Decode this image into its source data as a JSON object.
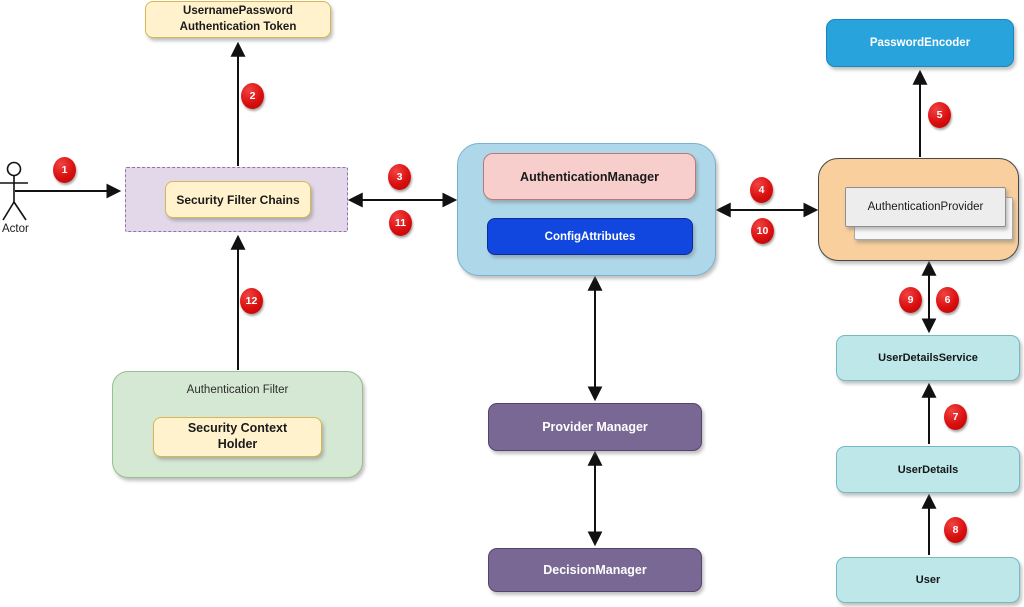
{
  "diagram": {
    "actor": {
      "label": "Actor"
    },
    "nodes": {
      "token": {
        "label": "UsernamePassword\nAuthentication Token"
      },
      "security_filter_chains": {
        "label": "Security Filter Chains"
      },
      "authentication_manager": {
        "label": "AuthenticationManager"
      },
      "config_attributes": {
        "label": "ConfigAttributes"
      },
      "password_encoder": {
        "label": "PasswordEncoder"
      },
      "authentication_provider": {
        "label": "AuthenticationProvider"
      },
      "user_details_service": {
        "label": "UserDetailsService"
      },
      "user_details": {
        "label": "UserDetails"
      },
      "user": {
        "label": "User"
      },
      "provider_manager": {
        "label": "Provider Manager"
      },
      "decision_manager": {
        "label": "DecisionManager"
      },
      "authentication_filter": {
        "label": "Authentication Filter"
      },
      "security_context_holder": {
        "label": "Security Context\nHolder"
      }
    },
    "badges": {
      "b1": "1",
      "b2": "2",
      "b3": "3",
      "b4": "4",
      "b5": "5",
      "b6": "6",
      "b7": "7",
      "b8": "8",
      "b9": "9",
      "b10": "10",
      "b11": "11",
      "b12": "12"
    },
    "colors": {
      "badge_red": "#da0f0f",
      "cream_fill": "#fff2cc",
      "cream_border": "#d6b656",
      "lavender_fill": "#e2d8e9",
      "lavender_border": "#9673a6",
      "blue_container_fill": "#aed8ea",
      "pink_fill": "#f8cecc",
      "config_blue": "#1247df",
      "password_encoder_blue": "#29a3dc",
      "orange_fill": "#f8cf9d",
      "cyan_fill": "#bee7ea",
      "purple_fill": "#796794",
      "green_fill": "#d5e8d4",
      "arrow_black": "#111111"
    }
  }
}
